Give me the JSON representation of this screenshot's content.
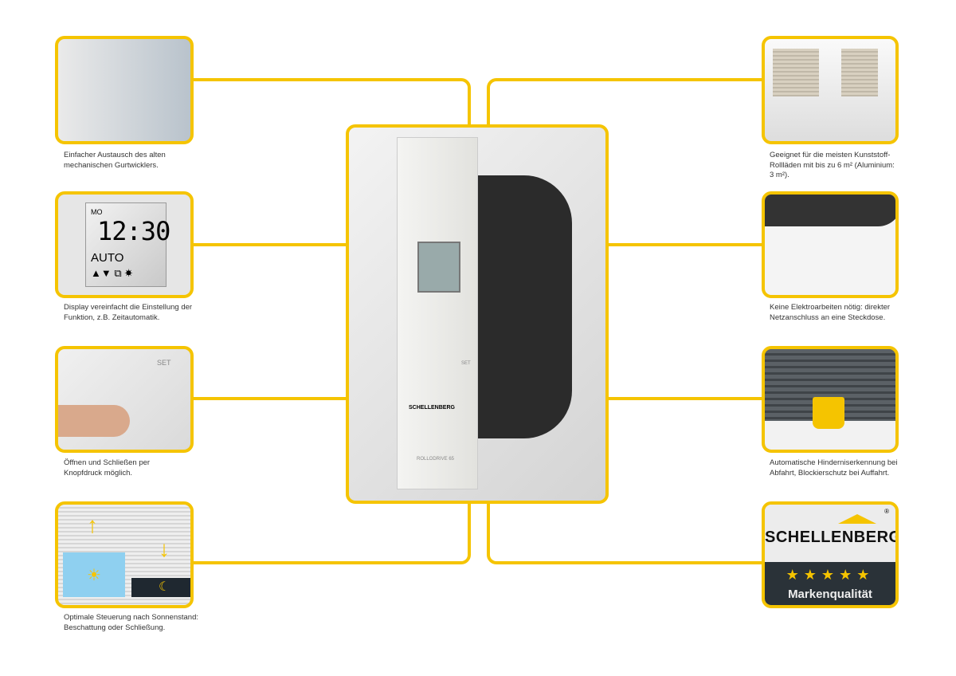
{
  "features_left": [
    {
      "caption": "Einfacher Austausch des alten mechanischen Gurtwicklers.",
      "image": "device-installation-photo"
    },
    {
      "caption": "Display vereinfacht die Einstellung der Funktion, z.B. Zeitautomatik.",
      "image": "display-closeup",
      "display": {
        "day": "MO",
        "time": "12:30",
        "mode": "AUTO",
        "icons": "▲▼ ⧉ ☀"
      }
    },
    {
      "caption": "Öffnen und Schließen per Knopfdruck möglich.",
      "image": "button-press-photo",
      "set_label": "SET"
    },
    {
      "caption": "Optimale Steuerung nach Sonnenstand: Beschattung oder Schließung.",
      "image": "sun-moon-shutter-illustration"
    }
  ],
  "features_right": [
    {
      "caption": "Geeignet für die meisten Kunststoff-Rollläden mit bis zu 6 m² (Aluminium: 3 m²).",
      "image": "house-shutters-photo"
    },
    {
      "caption": "Keine Elektroarbeiten nötig: direkter Netzanschluss an eine Steckdose.",
      "image": "power-cable-photo"
    },
    {
      "caption": "Automatische Hinderniserkennung bei Abfahrt, Blockierschutz bei Auffahrt.",
      "image": "obstacle-mug-photo"
    }
  ],
  "badge": {
    "brand": "SCHELLENBERG",
    "registered": "®",
    "stars": "★★★★★",
    "label": "Markenqualität"
  },
  "product": {
    "brand": "SCHELLENBERG",
    "model": "ROLLODRIVE 65",
    "set": "SET"
  },
  "colors": {
    "accent": "#f5c400",
    "badge_dark": "#2a3238"
  }
}
